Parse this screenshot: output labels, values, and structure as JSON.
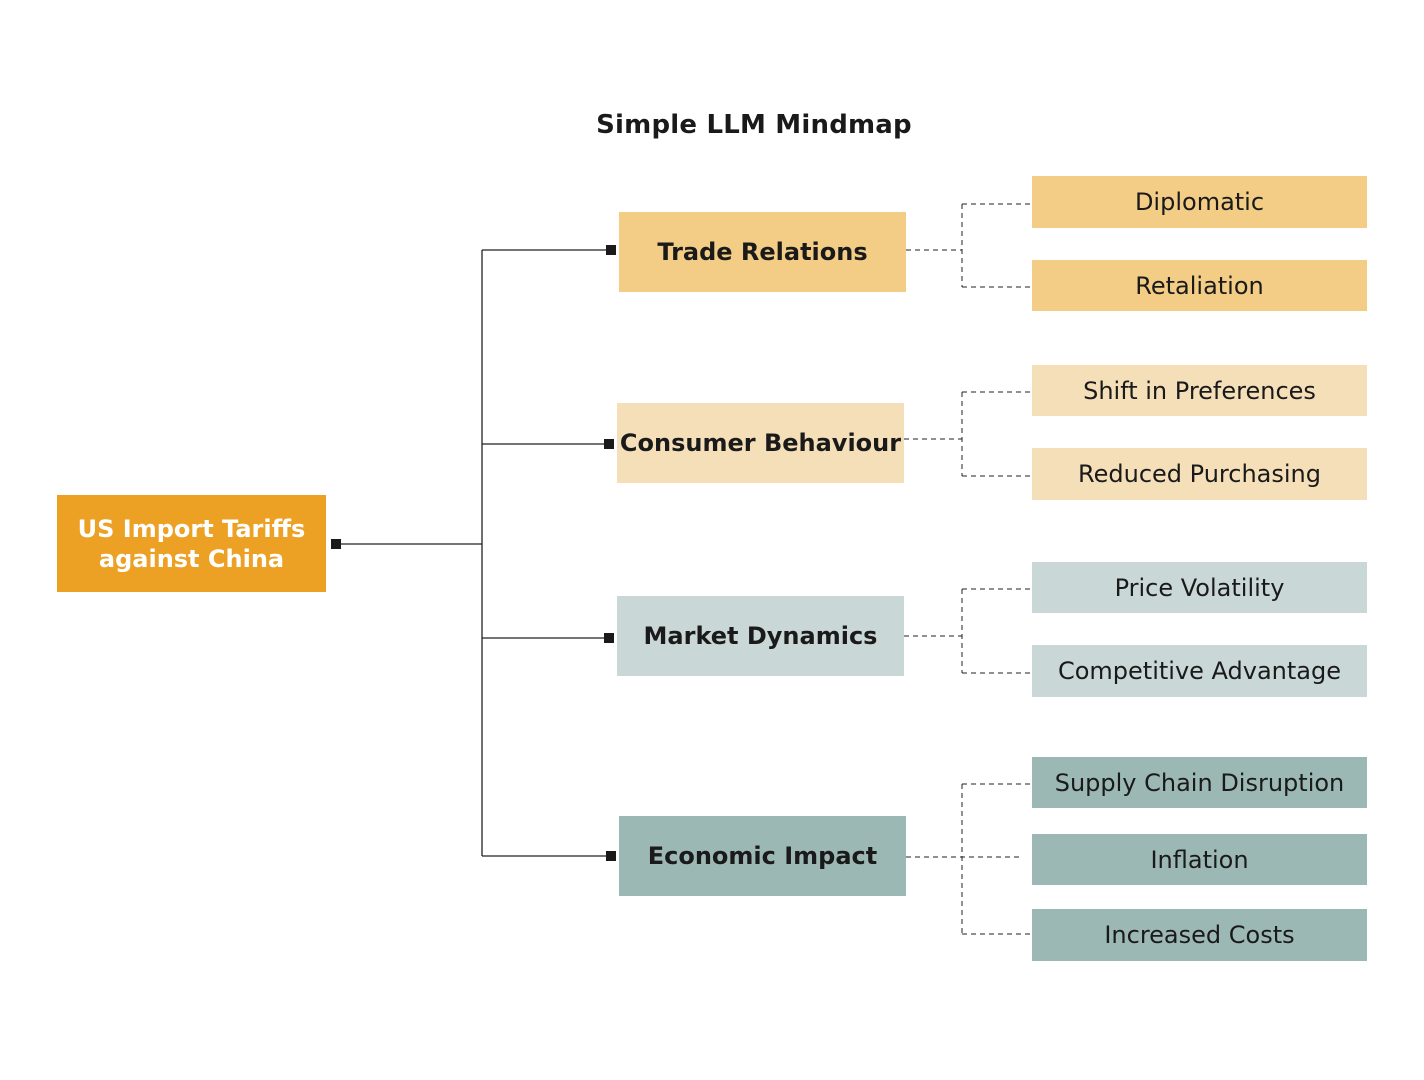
{
  "title": "Simple LLM Mindmap",
  "colors": {
    "root": "#ECA125",
    "trade": "#F3CD85",
    "consumer": "#F5DFB9",
    "market": "#C9D8D6",
    "economic": "#9CB8B5",
    "line": "#222222",
    "marker": "#1a1a1a"
  },
  "root": {
    "label_line1": "US Import Tariffs",
    "label_line2": "against China"
  },
  "branches": [
    {
      "label": "Trade Relations",
      "color_key": "trade",
      "children": [
        "Diplomatic",
        "Retaliation"
      ]
    },
    {
      "label": "Consumer Behaviour",
      "color_key": "consumer",
      "children": [
        "Shift in Preferences",
        "Reduced Purchasing"
      ]
    },
    {
      "label": "Market Dynamics",
      "color_key": "market",
      "children": [
        "Price Volatility",
        "Competitive Advantage"
      ]
    },
    {
      "label": "Economic Impact",
      "color_key": "economic",
      "children": [
        "Supply Chain Disruption",
        "Inflation",
        "Increased Costs"
      ]
    }
  ]
}
